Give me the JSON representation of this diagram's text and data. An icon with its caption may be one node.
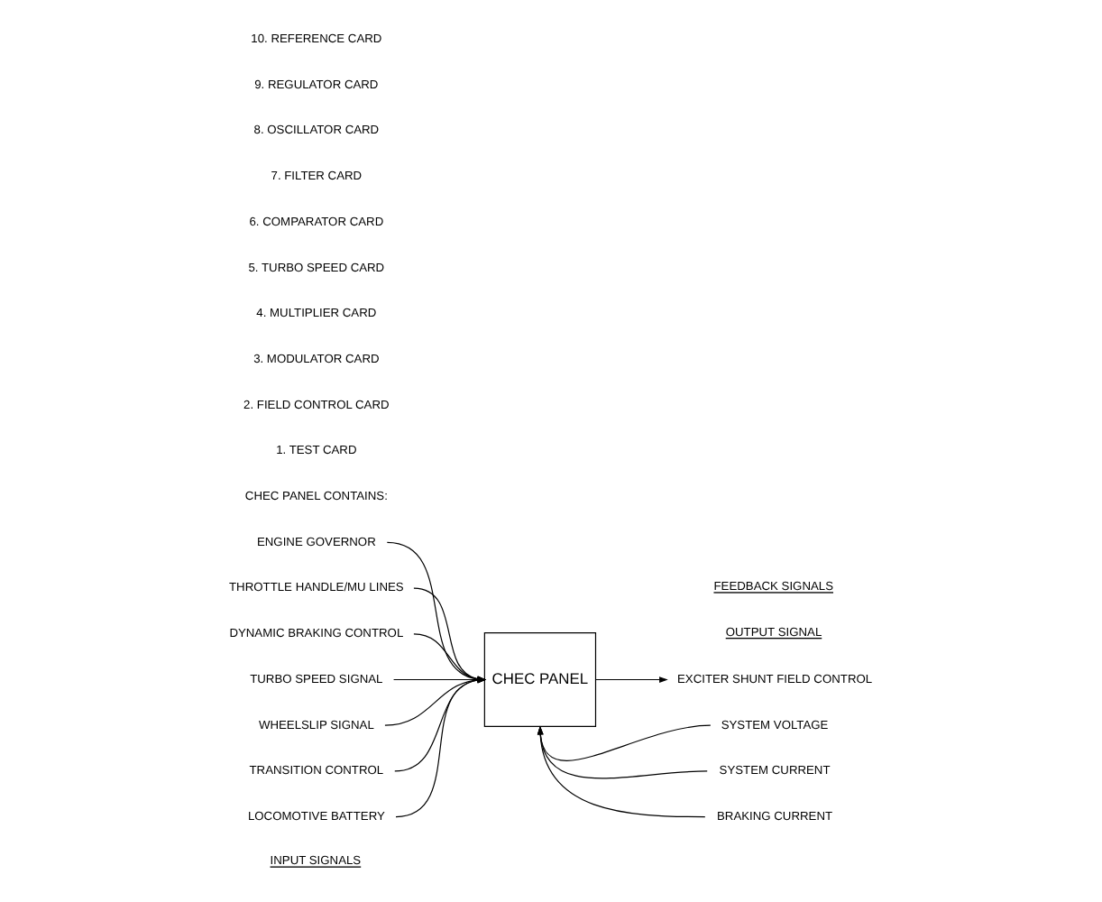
{
  "diagram": {
    "nodes": [
      {
        "text": [
          "CHEC PANEL"
        ]
      },
      {
        "text": [
          "ENGINE GOVERNOR"
        ]
      },
      {
        "text": [
          "THROTTLE HANDLE/MU LINES"
        ]
      },
      {
        "text": [
          "DYNAMIC BRAKING CONTROL"
        ]
      },
      {
        "text": [
          "TURBO SPEED SIGNAL"
        ]
      },
      {
        "text": [
          "WHEELSLIP SIGNAL"
        ]
      },
      {
        "text": [
          "TRANSITION CONTROL"
        ]
      },
      {
        "text": [
          "LOCOMOTIVE BATTERY"
        ]
      },
      {
        "text": [
          "EXCITER SHUNT FIELD CONTROL"
        ]
      },
      {
        "text": [
          "SYSTEM VOLTAGE"
        ]
      },
      {
        "text": [
          "SYSTEM CURRENT"
        ]
      },
      {
        "text": [
          "BRAKING CURRENT"
        ]
      }
    ],
    "edges": [
      {
        "from": 1,
        "to": 0,
        "arrow": "to"
      },
      {
        "from": 2,
        "to": 0,
        "arrow": "to"
      },
      {
        "from": 3,
        "to": 0,
        "arrow": "to"
      },
      {
        "from": 4,
        "to": 0,
        "arrow": "to"
      },
      {
        "from": 5,
        "to": 0,
        "arrow": "to"
      },
      {
        "from": 6,
        "to": 0,
        "arrow": "to"
      },
      {
        "from": 7,
        "to": 0,
        "arrow": "to"
      },
      {
        "from": 0,
        "to": 8,
        "arrow": "to"
      },
      {
        "from": 9,
        "to": 0,
        "arrow": "to"
      },
      {
        "from": 10,
        "to": 0,
        "arrow": "to"
      },
      {
        "from": 11,
        "to": 0,
        "arrow": "to"
      }
    ],
    "labels": [
      "INPUT SIGNALS",
      "OUTPUT SIGNAL",
      "FEEDBACK SIGNALS",
      "CHEC PANEL CONTAINS:",
      "1. TEST CARD",
      "2. FIELD CONTROL CARD",
      "3. MODULATOR CARD",
      "4. MULTIPLIER CARD",
      "5. TURBO SPEED CARD",
      "6. COMPARATOR CARD",
      "7. FILTER CARD",
      "8. OSCILLATOR CARD",
      "9. REGULATOR CARD",
      "10. REFERENCE CARD"
    ]
  }
}
